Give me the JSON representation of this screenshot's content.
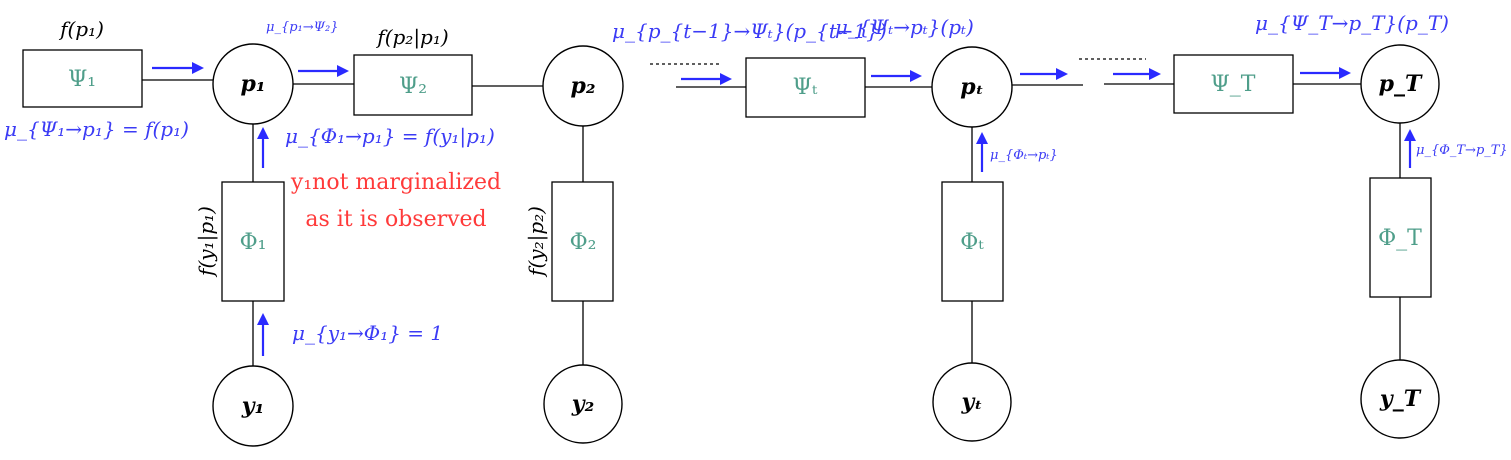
{
  "factors": {
    "psi1": "Ψ₁",
    "psi2": "Ψ₂",
    "psit": "Ψₜ",
    "psiT": "Ψ_T",
    "phi1": "Φ₁",
    "phi2": "Φ₂",
    "phit": "Φₜ",
    "phiT": "Φ_T"
  },
  "variables": {
    "p1": "p₁",
    "p2": "p₂",
    "pt": "pₜ",
    "pT": "p_T",
    "y1": "y₁",
    "y2": "y₂",
    "yt": "yₜ",
    "yT": "y_T"
  },
  "factor_labels": {
    "f_p1": "f(p₁)",
    "f_p2_given_p1": "f(p₂|p₁)",
    "f_y1_given_p1": "f(y₁|p₁)",
    "f_y2_given_p2": "f(y₂|p₂)"
  },
  "messages": {
    "mu_psi1_to_p1": "μ_{Ψ₁→p₁} = f(p₁)",
    "mu_p1_to_psi2": "μ_{p₁→Ψ₂}",
    "mu_phi1_to_p1": "μ_{Φ₁→p₁} = f(y₁|p₁)",
    "mu_y1_to_phi1": "μ_{y₁→Φ₁} = 1",
    "mu_pt1_to_psit": "μ_{p_{t−1}→Ψₜ}(p_{t−1})",
    "mu_psit_to_pt": "μ_{Ψₜ→pₜ}(pₜ)",
    "mu_phit_to_pt": "μ_{Φₜ→pₜ}",
    "mu_psiT_to_pT": "μ_{Ψ_T→p_T}(p_T)",
    "mu_phiT_to_pT": "μ_{Φ_T→p_T}"
  },
  "note": {
    "line1": "y₁not marginalized",
    "line2": "as it is observed"
  },
  "colors": {
    "message": "#2a2aff",
    "factor_text": "#4f9e8a",
    "note": "#ff3a3a"
  }
}
